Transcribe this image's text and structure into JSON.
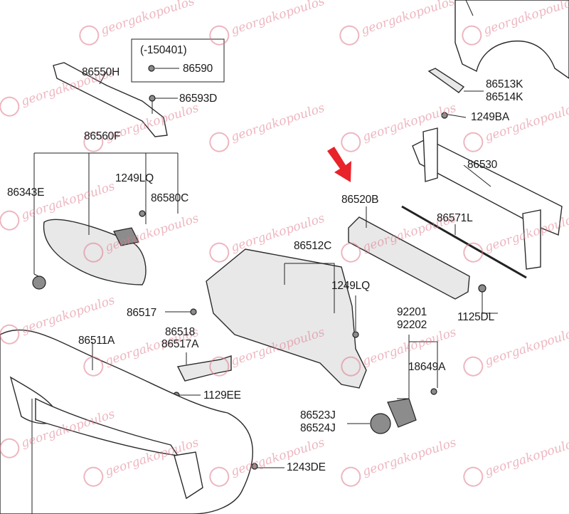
{
  "labels": {
    "l86550H": "86550H",
    "l150401": "(-150401)",
    "l86590": "86590",
    "l86593D": "86593D",
    "l86560F": "86560F",
    "l86343E": "86343E",
    "l1249LQa": "1249LQ",
    "l86580C": "86580C",
    "l86513K": "86513K",
    "l86514K": "86514K",
    "l1249BA": "1249BA",
    "l86530": "86530",
    "l86520B": "86520B",
    "l86571L": "86571L",
    "l86512C": "86512C",
    "l1249LQb": "1249LQ",
    "l1125DL": "1125DL",
    "l86517a": "86517",
    "l86518": "86518",
    "l86517A": "86517A",
    "l86511A": "86511A",
    "l92201": "92201",
    "l92202": "92202",
    "l18649A": "18649A",
    "l1129EE": "1129EE",
    "l86523J": "86523J",
    "l86524J": "86524J",
    "l1243DE": "1243DE"
  },
  "watermark": {
    "text": "georgakopoulos",
    "color": "#e07b8e"
  },
  "highlight_arrow_color": "#e8232a"
}
